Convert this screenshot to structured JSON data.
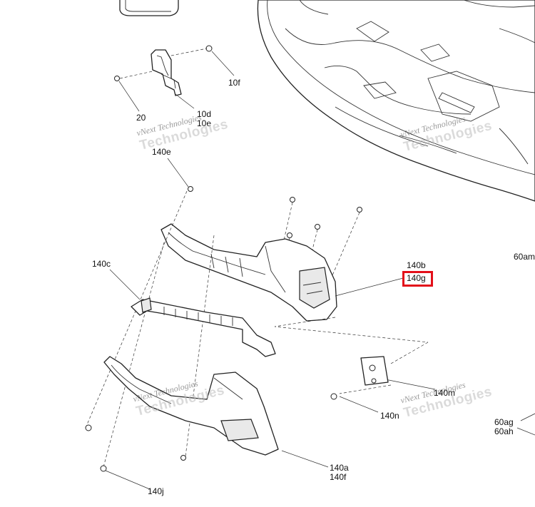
{
  "diagram": {
    "callouts": [
      {
        "id": "10f",
        "text": "10f"
      },
      {
        "id": "20",
        "text": "20"
      },
      {
        "id": "10d",
        "text": "10d"
      },
      {
        "id": "10e",
        "text": "10e"
      },
      {
        "id": "140e",
        "text": "140e"
      },
      {
        "id": "140c",
        "text": "140c"
      },
      {
        "id": "140b",
        "text": "140b"
      },
      {
        "id": "140g",
        "text": "140g"
      },
      {
        "id": "60am",
        "text": "60am"
      },
      {
        "id": "140m",
        "text": "140m"
      },
      {
        "id": "140n",
        "text": "140n"
      },
      {
        "id": "60ag",
        "text": "60ag"
      },
      {
        "id": "60ah",
        "text": "60ah"
      },
      {
        "id": "140a",
        "text": "140a"
      },
      {
        "id": "140f",
        "text": "140f"
      },
      {
        "id": "140j",
        "text": "140j"
      }
    ],
    "highlighted_callout": "140g",
    "highlight_color": "#e3101a",
    "watermark": {
      "line1": "vNext Technologies",
      "line2": "Technologies",
      "prefix": "vNext"
    }
  }
}
